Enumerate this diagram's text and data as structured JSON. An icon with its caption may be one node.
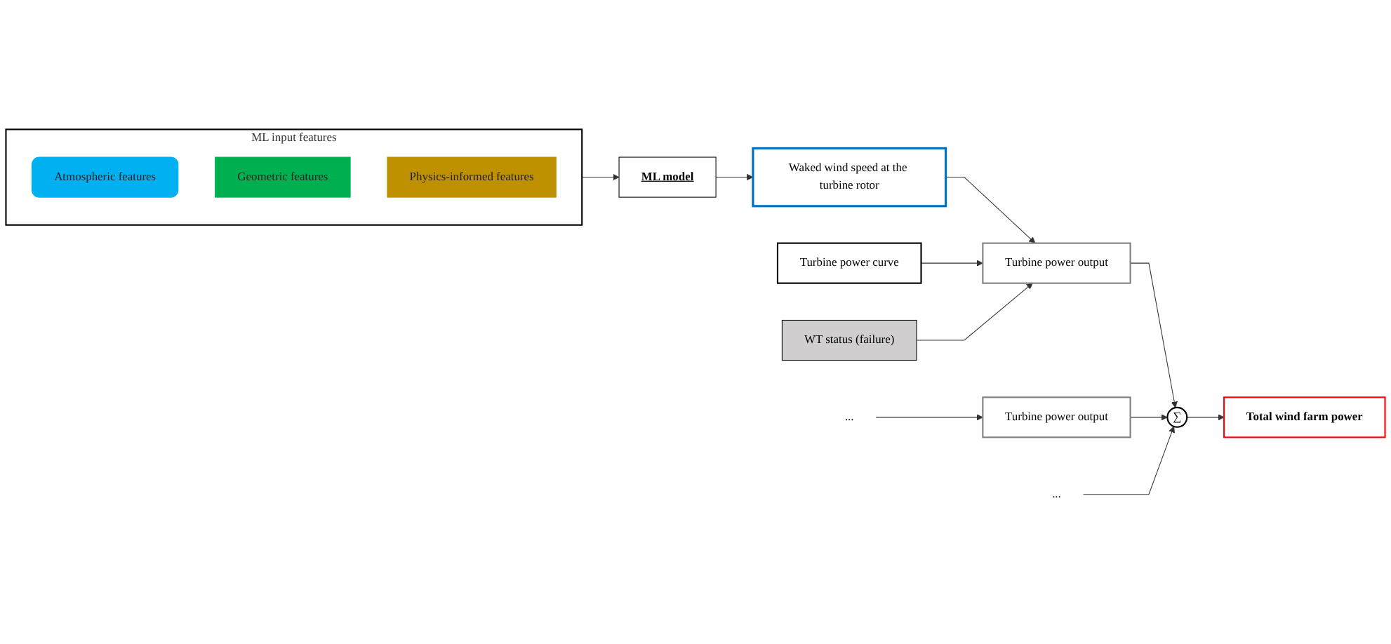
{
  "diagram": {
    "nodes": [
      {
        "text": [
          "ML input features"
        ]
      },
      {
        "text": [
          "Atmospheric features"
        ],
        "in": 0
      },
      {
        "text": [
          "Geometric features"
        ],
        "in": 0
      },
      {
        "text": [
          "Physics-informed features"
        ],
        "in": 0
      },
      {
        "text": [
          "ML model"
        ]
      },
      {
        "text": [
          "Waked wind speed at the turbine rotor"
        ]
      },
      {
        "text": [
          "Turbine power curve"
        ]
      },
      {
        "text": [
          "Turbine power output"
        ]
      },
      {
        "text": [
          "WT status (failure)"
        ]
      },
      {
        "text": [
          "..."
        ]
      },
      {
        "text": [
          "Turbine power output"
        ]
      },
      {
        "text": [
          "∑"
        ]
      },
      {
        "text": [
          "Total wind farm power"
        ]
      },
      {
        "text": [
          "..."
        ]
      }
    ],
    "edges": [
      {
        "from": 0,
        "to": 4,
        "arrow": "to"
      },
      {
        "from": 4,
        "to": 5,
        "arrow": "to"
      },
      {
        "from": 5,
        "to": 7,
        "arrow": "to"
      },
      {
        "from": 6,
        "to": 7,
        "arrow": "to"
      },
      {
        "from": 8,
        "to": 7,
        "arrow": "to"
      },
      {
        "from": 9,
        "to": 10,
        "arrow": "to"
      },
      {
        "from": 7,
        "to": 11,
        "arrow": "to"
      },
      {
        "from": 10,
        "to": 11,
        "arrow": "to"
      },
      {
        "from": 13,
        "to": 11,
        "arrow": "to"
      },
      {
        "from": 11,
        "to": 12,
        "arrow": "to"
      }
    ]
  }
}
